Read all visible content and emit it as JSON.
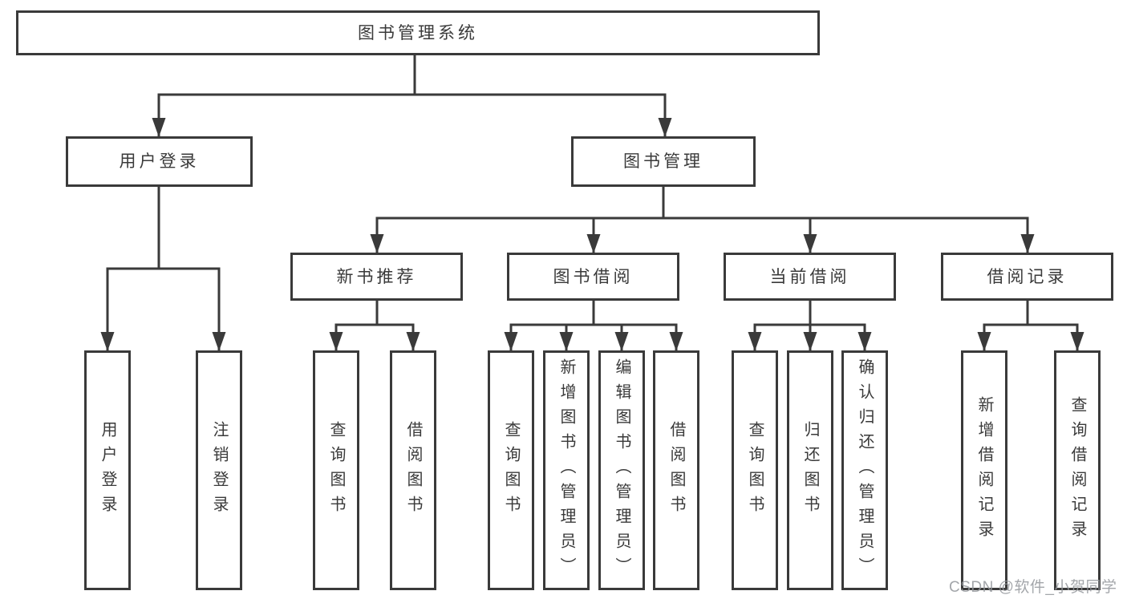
{
  "diagram": {
    "type": "hierarchy-flowchart",
    "title": "图书管理系统",
    "colors": {
      "background": "#ffffff",
      "line": "#3a3a3a",
      "box_border": "#3a3a3a",
      "text": "#3a3a3a",
      "watermark": "#94979c"
    },
    "watermark": {
      "text": "CSDN @软件_小贺同学"
    },
    "nodes": {
      "root": {
        "label": "图书管理系统"
      },
      "user_login": {
        "label": "用户登录"
      },
      "book_mgmt": {
        "label": "图书管理"
      },
      "leaf_user_login": {
        "label": "用户登录"
      },
      "leaf_logout": {
        "label": "注销登录"
      },
      "new_book_rec": {
        "label": "新书推荐"
      },
      "book_borrow": {
        "label": "图书借阅"
      },
      "current_borrow": {
        "label": "当前借阅"
      },
      "borrow_record": {
        "label": "借阅记录"
      },
      "nbr_query_book": {
        "label": "查询图书"
      },
      "nbr_borrow_book": {
        "label": "借阅图书"
      },
      "bb_query_book": {
        "label": "查询图书"
      },
      "bb_add_book": {
        "label": "新增图书（管理员）"
      },
      "bb_edit_book": {
        "label": "编辑图书（管理员）"
      },
      "bb_borrow_book": {
        "label": "借阅图书"
      },
      "cb_query_book": {
        "label": "查询图书"
      },
      "cb_return_book": {
        "label": "归还图书"
      },
      "cb_confirm_return": {
        "label": "确认归还（管理员）"
      },
      "br_add_record": {
        "label": "新增借阅记录"
      },
      "br_query_record": {
        "label": "查询借阅记录"
      }
    },
    "edges": [
      [
        "图书管理系统",
        "用户登录"
      ],
      [
        "图书管理系统",
        "图书管理"
      ],
      [
        "用户登录",
        "用户登录"
      ],
      [
        "用户登录",
        "注销登录"
      ],
      [
        "图书管理",
        "新书推荐"
      ],
      [
        "图书管理",
        "图书借阅"
      ],
      [
        "图书管理",
        "当前借阅"
      ],
      [
        "图书管理",
        "借阅记录"
      ],
      [
        "新书推荐",
        "查询图书"
      ],
      [
        "新书推荐",
        "借阅图书"
      ],
      [
        "图书借阅",
        "查询图书"
      ],
      [
        "图书借阅",
        "新增图书（管理员）"
      ],
      [
        "图书借阅",
        "编辑图书（管理员）"
      ],
      [
        "图书借阅",
        "借阅图书"
      ],
      [
        "当前借阅",
        "查询图书"
      ],
      [
        "当前借阅",
        "归还图书"
      ],
      [
        "当前借阅",
        "确认归还（管理员）"
      ],
      [
        "借阅记录",
        "新增借阅记录"
      ],
      [
        "借阅记录",
        "查询借阅记录"
      ]
    ]
  }
}
